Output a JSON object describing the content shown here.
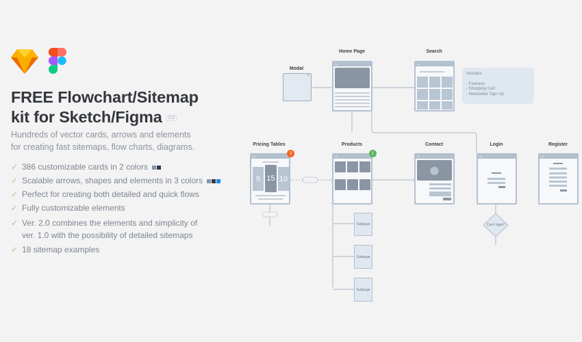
{
  "logos": [
    "sketch-logo",
    "figma-logo"
  ],
  "title_line1": "FREE Flowchart/Sitemap",
  "title_line2": "kit for Sketch/Figma",
  "version_badge": "2.0",
  "subtitle_line1": "Hundreds of vector cards, arrows and elements",
  "subtitle_line2": "for creating fast sitemaps, flow charts, diagrams.",
  "features": [
    "386 customizable cards in 2 colors",
    "Scalable arrows, shapes and elements in 3 colors",
    "Perfect for creating both detailed and quick flows",
    "Fully customizable elements",
    "Ver. 2.0 combines the elements and simplicity of",
    "ver. 1.0 with the possibility of detailed sitemaps",
    "18 sitemap examples"
  ],
  "swatches_2": [
    "#8a93a6",
    "#2e3a4d"
  ],
  "swatches_3": [
    "#8a93a6",
    "#2e3a4d",
    "#1e88e5"
  ],
  "diagram": {
    "modal": "Modal",
    "home": "Home Page",
    "search": "Search",
    "includes_title": "Includes:",
    "includes": [
      "- Features",
      "- Shopping Cart",
      "- Newsletter Sign Up"
    ],
    "pricing": "Pricing Tables",
    "products": "Products",
    "contact": "Contact",
    "login": "Login",
    "register": "Register",
    "prices": [
      "5",
      "15",
      "10"
    ],
    "pricing_badge": "2",
    "products_badge": "1",
    "subpage": "Subpage",
    "decision": "Can't login?"
  }
}
